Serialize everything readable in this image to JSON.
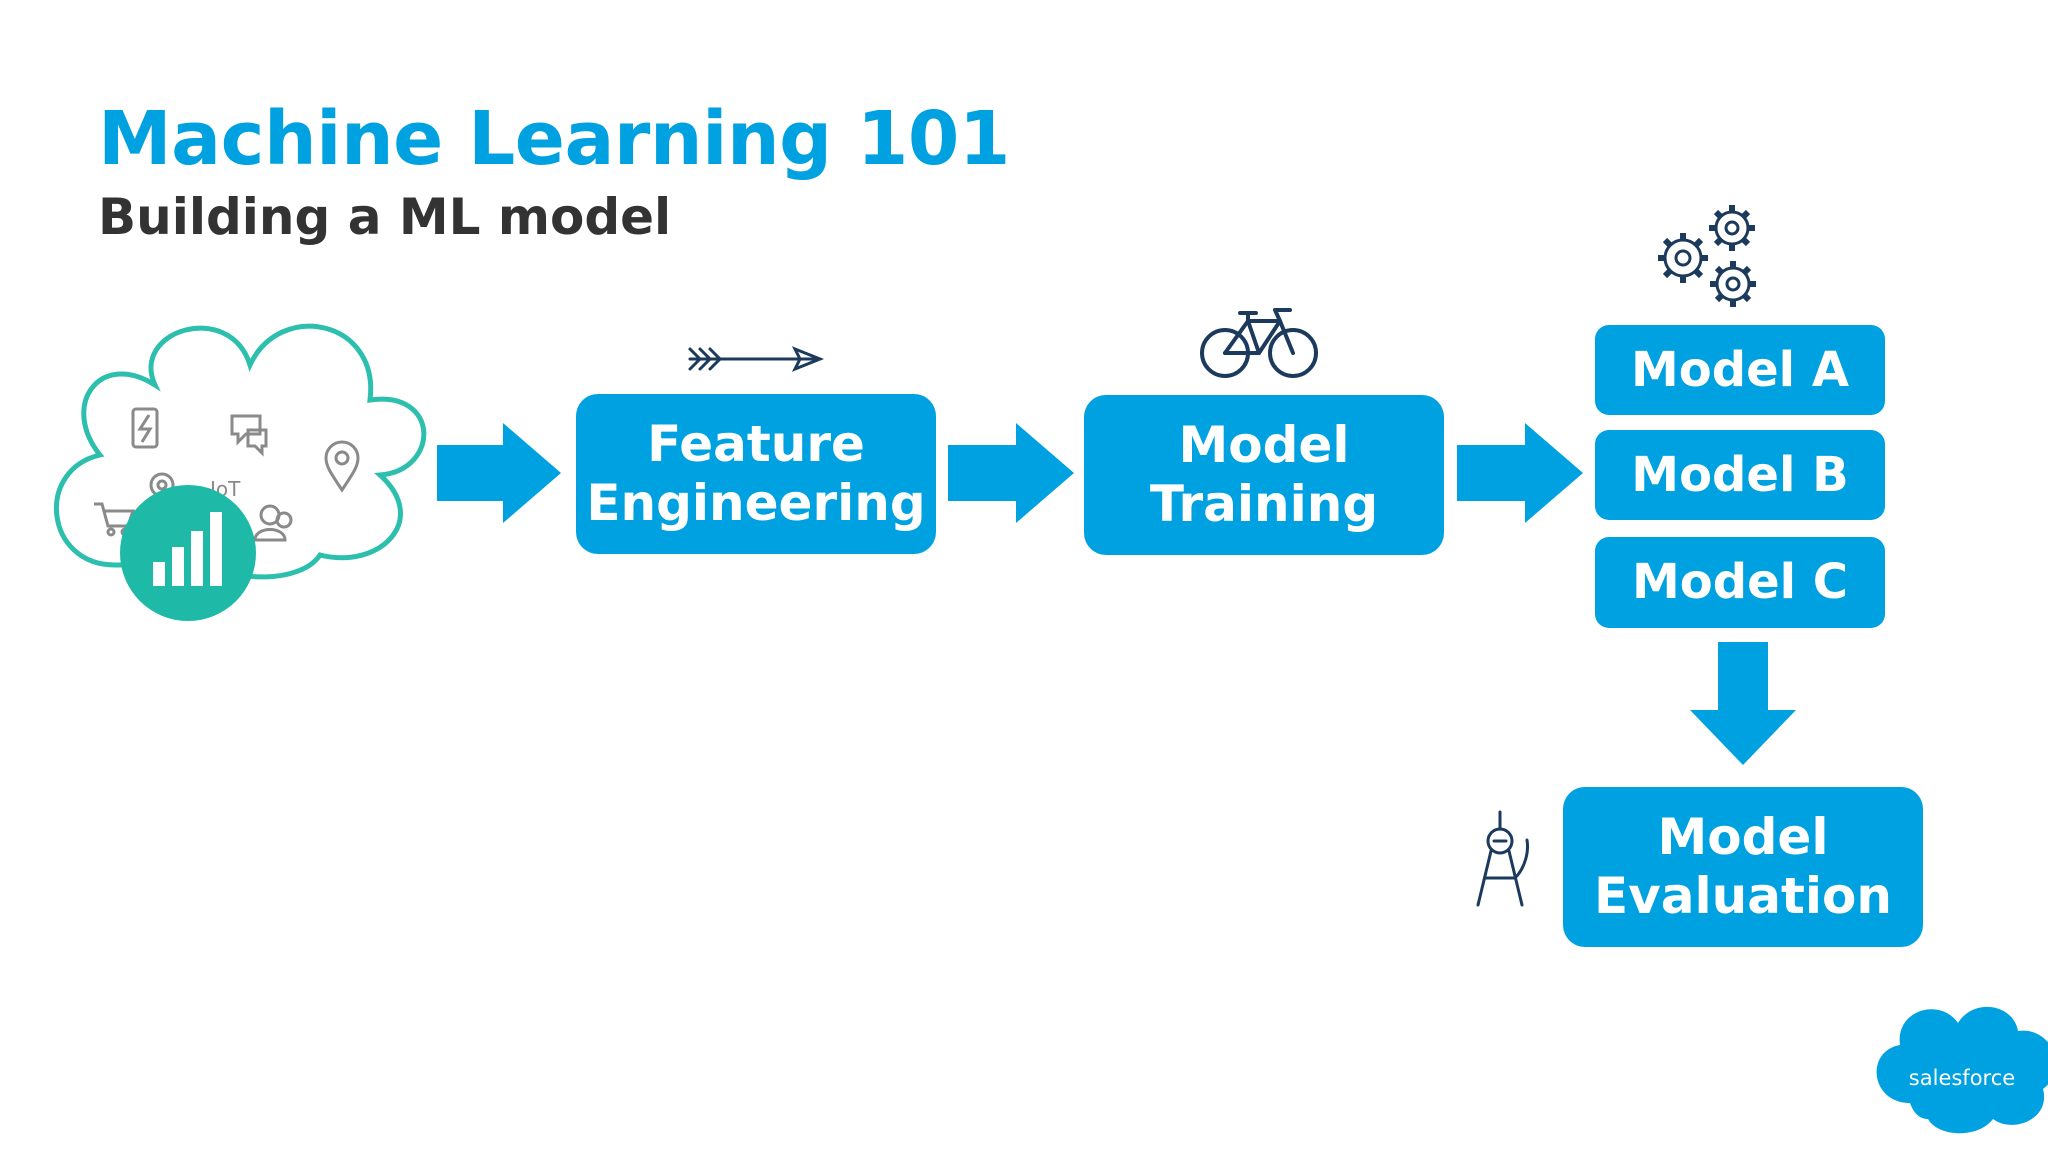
{
  "header": {
    "title": "Machine Learning 101",
    "subtitle": "Building a ML model"
  },
  "steps": {
    "feature_engineering": {
      "line1": "Feature",
      "line2": "Engineering"
    },
    "model_training": {
      "line1": "Model",
      "line2": "Training"
    },
    "models": [
      "Model A",
      "Model B",
      "Model C"
    ],
    "model_evaluation": {
      "line1": "Model",
      "line2": "Evaluation"
    }
  },
  "cloud": {
    "icons": [
      "mobile-icon",
      "chat-icon",
      "location-pin-icon",
      "gear-icon",
      "iot-label",
      "cart-icon",
      "people-icon",
      "bar-chart-icon"
    ],
    "iot_text": "IoT"
  },
  "logo": {
    "text": "salesforce"
  },
  "colors": {
    "accent": "#00a1e0",
    "title": "#00a1e0",
    "subtitle": "#333333",
    "cloud_outline": "#2cbfae",
    "chart_circle": "#1fb9a8",
    "icon_navy": "#1b3a5c"
  }
}
